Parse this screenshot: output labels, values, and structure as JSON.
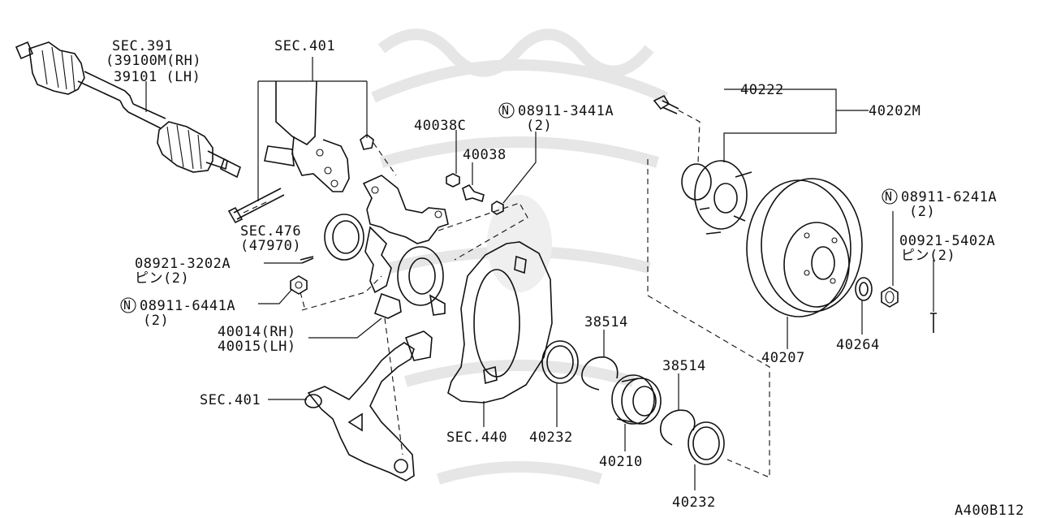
{
  "diagram_id": "A400B112",
  "callouts": {
    "sec391": "SEC.391",
    "p39100m": "(39100M(RH)",
    "p39101": "39101  (LH)",
    "sec401_top": "SEC.401",
    "p40038c": "40038C",
    "p40038": "40038",
    "n08911_3441a": "08911-3441A",
    "qty_2_a": "(2)",
    "p40222": "40222",
    "p40202m": "40202M",
    "n08911_6241a": "08911-6241A",
    "qty_2_b": "(2)",
    "p00921_5402a": "00921-5402A",
    "pin_2_a": "ピン(2)",
    "sec476": "SEC.476",
    "p47970": "(47970)",
    "p08921_3202a": "08921-3202A",
    "pin_2_b": "ピン(2)",
    "n08911_6441a": "08911-6441A",
    "qty_2_c": "(2)",
    "p40014": "40014(RH)",
    "p40015": "40015(LH)",
    "sec401_bottom": "SEC.401",
    "p38514_a": "38514",
    "p38514_b": "38514",
    "p40207": "40207",
    "p40264": "40264",
    "sec440": "SEC.440",
    "p40232_a": "40232",
    "p40210": "40210",
    "p40232_b": "40232",
    "n_mark": "N"
  }
}
